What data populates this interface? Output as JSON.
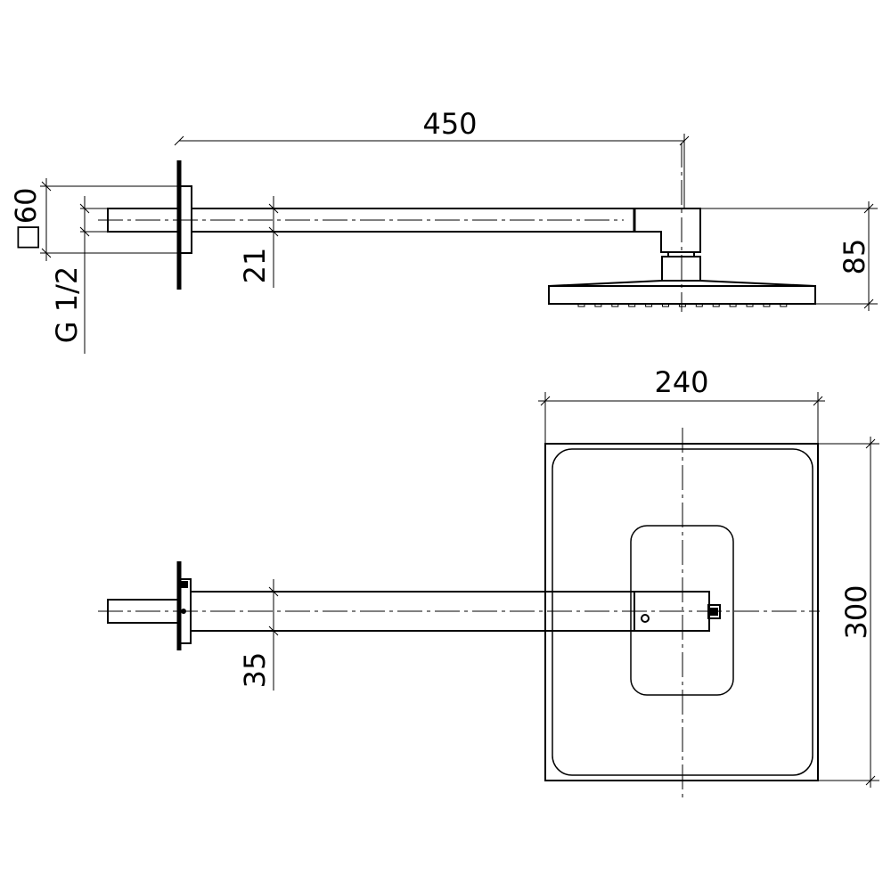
{
  "drawing": {
    "side_view": {
      "arm_length": "450",
      "flange_size": "□60",
      "thread": "G 1/2",
      "arm_size": "21",
      "height": "85"
    },
    "top_view": {
      "head_width": "240",
      "head_length": "300",
      "arm_width": "35"
    }
  }
}
